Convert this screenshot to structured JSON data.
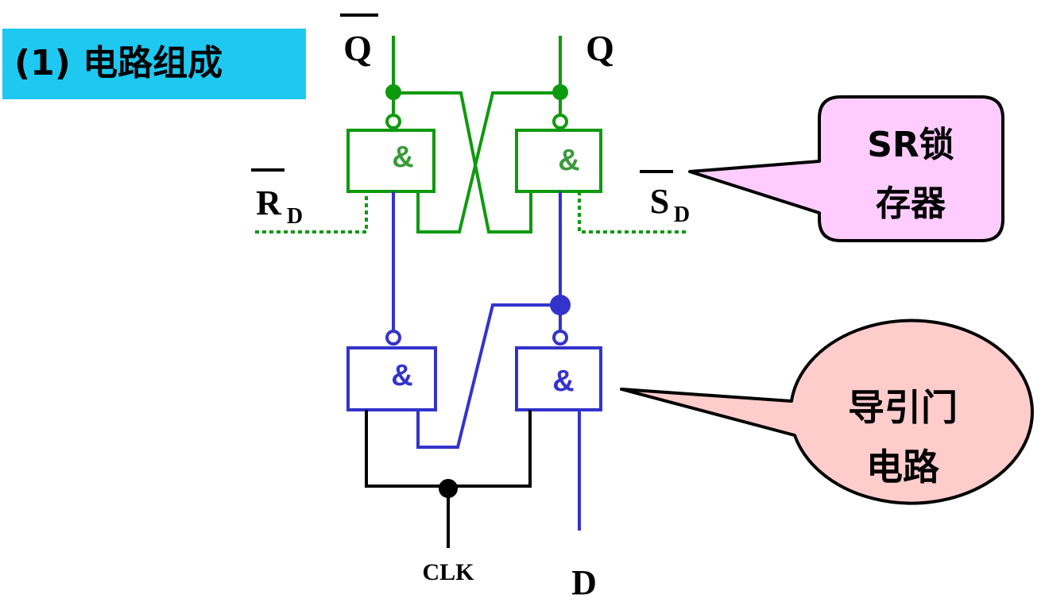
{
  "title": "(1)  电路组成",
  "labels": {
    "q_bar": "Q",
    "q": "Q",
    "rd_main": "R",
    "rd_sub": "D",
    "sd_main": "S",
    "sd_sub": "D",
    "clk": "CLK",
    "d": "D"
  },
  "gates": {
    "latch_left": "&",
    "latch_right": "&",
    "steer_left": "&",
    "steer_right": "&"
  },
  "callouts": {
    "sr_latch": {
      "line1": "SR锁",
      "line2": "存器"
    },
    "steering": {
      "line1": "导引门",
      "line2": "电路"
    }
  },
  "colors": {
    "title_bg": "#1ec8f0",
    "latch": "#0e9a0e",
    "latch_symbol": "#3a9a3a",
    "steering": "#3333cc",
    "clock": "#000000",
    "callout_sr_fill": "#ffccff",
    "callout_steer_fill": "#ffcccc"
  }
}
